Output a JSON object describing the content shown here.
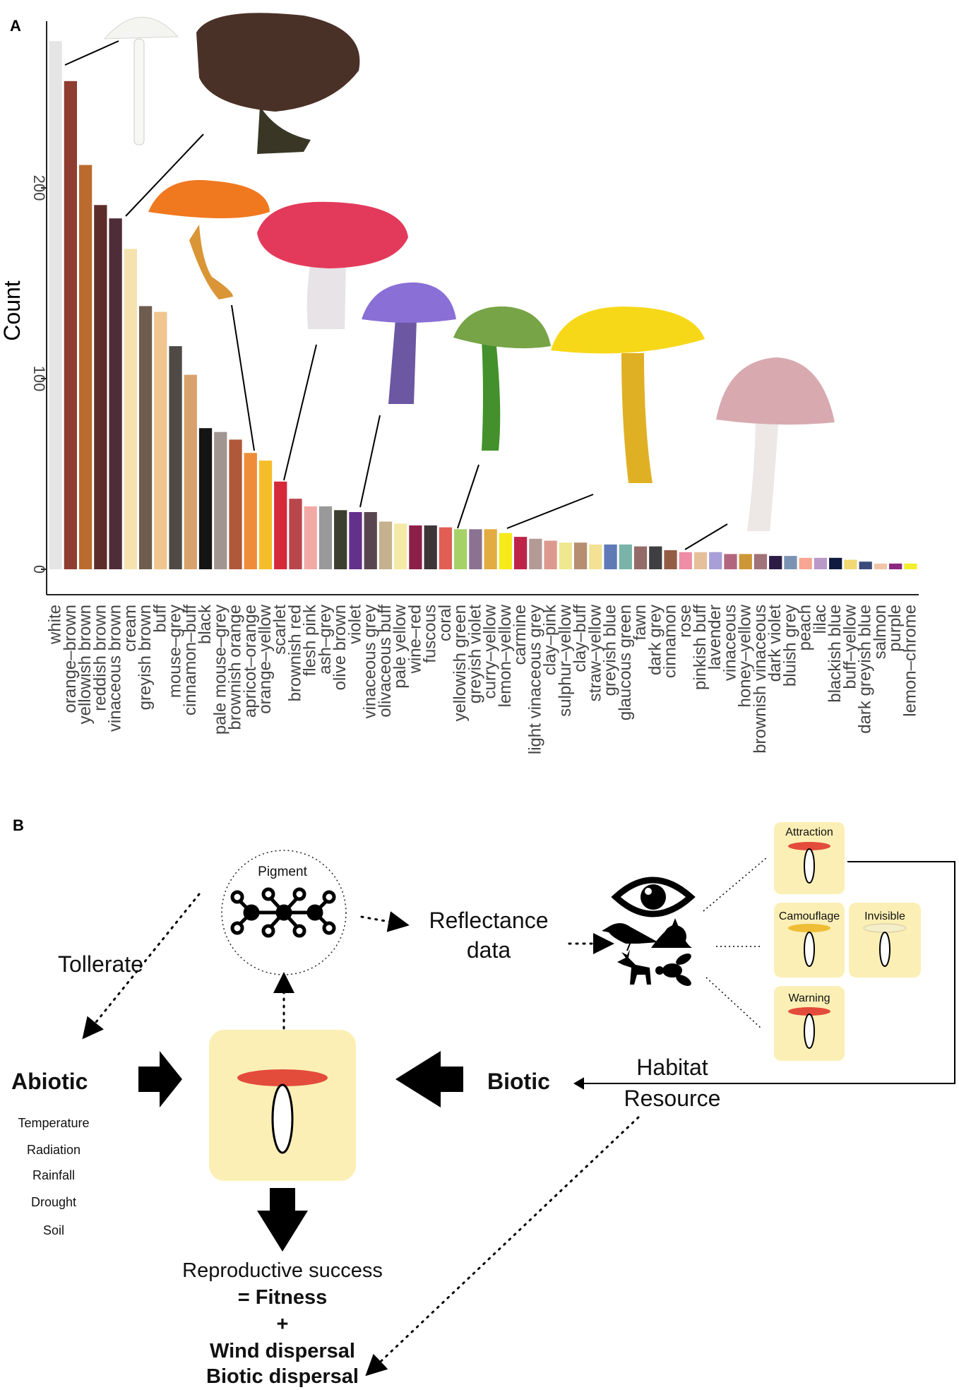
{
  "panel_a": {
    "letter": "A",
    "chart_data": {
      "type": "bar",
      "title": "",
      "xlabel": "",
      "ylabel": "Count",
      "ylim": [
        0,
        280
      ],
      "yticks": [
        0,
        100,
        200
      ],
      "grid": false,
      "categories": [
        "white",
        "orange–brown",
        "yellowish brown",
        "reddish brown",
        "vinaceous brown",
        "cream",
        "greyish brown",
        "buff",
        "mouse–grey",
        "cinnamon–buff",
        "black",
        "pale mouse–grey",
        "brownish orange",
        "apricot–orange",
        "orange–yellow",
        "scarlet",
        "brownish red",
        "flesh pink",
        "ash–grey",
        "olive brown",
        "violet",
        "vinaceous grey",
        "olivaceous buff",
        "pale yellow",
        "wine–red",
        "fuscous",
        "coral",
        "yellowish green",
        "greyish violet",
        "curry–yellow",
        "lemon–yellow",
        "carmine",
        "light vinaceous grey",
        "clay–pink",
        "sulphur–yellow",
        "clay–buff",
        "straw–yellow",
        "greyish blue",
        "glaucous green",
        "fawn",
        "dark grey",
        "cinnamon",
        "rose",
        "pinkish buff",
        "lavender",
        "vinaceous",
        "honey–yellow",
        "brownish vinaceous",
        "dark violet",
        "bluish grey",
        "peach",
        "lilac",
        "blackish blue",
        "buff–yellow",
        "dark greyish blue",
        "salmon",
        "purple",
        "lemon–chrome"
      ],
      "values": [
        277,
        256,
        212,
        191,
        184,
        168,
        138,
        135,
        117,
        102,
        74,
        72,
        68,
        61,
        57,
        46,
        37,
        33,
        33,
        31,
        30,
        30,
        25,
        24,
        23,
        23,
        22,
        21,
        21,
        21,
        19,
        17,
        16,
        15,
        14,
        14,
        13,
        13,
        13,
        12,
        12,
        10,
        9,
        9,
        9,
        8,
        8,
        8,
        7,
        7,
        6,
        6,
        6,
        5,
        4,
        3,
        3,
        3
      ],
      "colors": [
        "#e5e5e5",
        "#8e3d30",
        "#ba6b2d",
        "#5c2c2a",
        "#4e2c38",
        "#f5e2ae",
        "#6e5c4e",
        "#f0c58e",
        "#4f4a45",
        "#d7a26c",
        "#141414",
        "#a09590",
        "#b0583a",
        "#ef8c3a",
        "#f5bd2a",
        "#d5293a",
        "#b8474c",
        "#f2aaa7",
        "#999999",
        "#3c3f2f",
        "#64318a",
        "#594550",
        "#c6b18e",
        "#f5e9a8",
        "#8c1f49",
        "#3d3537",
        "#e15e54",
        "#a6d167",
        "#8b7291",
        "#e3ac40",
        "#f6ea1a",
        "#be2448",
        "#b39a95",
        "#dc9a8e",
        "#eee88e",
        "#b68f71",
        "#f3e194",
        "#5f7ab7",
        "#7ab3a8",
        "#946b68",
        "#3f3f42",
        "#935d45",
        "#ee8da5",
        "#e5c09a",
        "#a89ed8",
        "#b2667d",
        "#cd9636",
        "#a07279",
        "#2c1c46",
        "#7b93b2",
        "#f6a692",
        "#ba98c7",
        "#101a40",
        "#f1d872",
        "#3c4c7a",
        "#f1c5a8",
        "#8a2780",
        "#f3ee2c"
      ]
    }
  },
  "panel_b": {
    "letter": "B",
    "pigment_label": "Pigment",
    "reflectance_label": [
      "Reflectance",
      "data"
    ],
    "tollerate_label": "Tollerate",
    "abiotic_label": "Abiotic",
    "abiotic_factors": [
      "Temperature",
      "Radiation",
      "Rainfall",
      "Drought",
      "Soil"
    ],
    "biotic_label": "Biotic",
    "habitat_label": [
      "Habitat",
      "Resource"
    ],
    "strategies": {
      "attraction": "Attraction",
      "camouflage": "Camouflage",
      "invisible": "Invisible",
      "warning": "Warning"
    },
    "outcome": {
      "line1": "Reproductive success",
      "line2": "= Fitness",
      "line3": "+",
      "line4": "Wind dispersal",
      "line5": "Biotic dispersal"
    },
    "icons": [
      "eye-icon",
      "bird-icon",
      "snail-icon",
      "deer-icon",
      "fly-icon",
      "molecule-icon",
      "mushroom-icon"
    ],
    "colors": {
      "box_fill": "#fcefb5",
      "cap_red": "#e34b3b",
      "cap_yellow": "#efbe36",
      "cap_invisible": "#f5efc9"
    }
  }
}
